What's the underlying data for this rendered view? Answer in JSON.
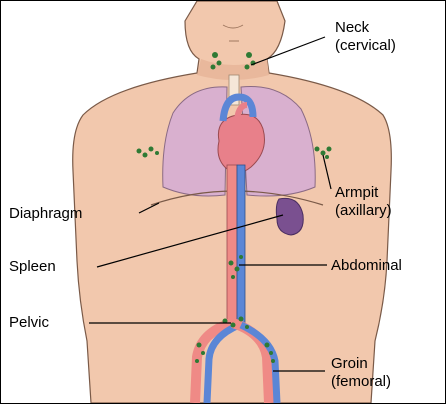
{
  "labels": {
    "neck_line1": "Neck",
    "neck_line2": "(cervical)",
    "armpit_line1": "Armpit",
    "armpit_line2": "(axillary)",
    "diaphragm": "Diaphragm",
    "spleen": "Spleen",
    "abdominal": "Abdominal",
    "pelvic": "Pelvic",
    "groin_line1": "Groin",
    "groin_line2": "(femoral)"
  },
  "colors": {
    "skin": "#f2c8ad",
    "skin_outline": "#7a5a48",
    "lung": "#d9b0cf",
    "heart": "#e8808a",
    "artery": "#ef8a86",
    "vein": "#5b86d6",
    "spleen": "#7a5090",
    "lymph_node": "#2f7a34",
    "leader_line": "#000000"
  }
}
